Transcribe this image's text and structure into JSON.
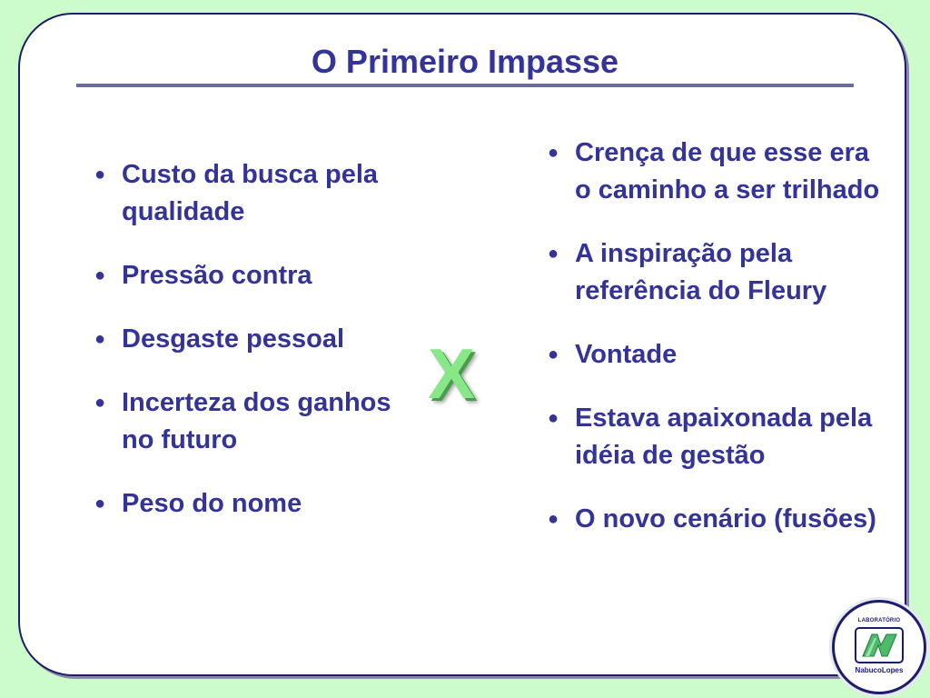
{
  "slide": {
    "title": "O Primeiro Impasse",
    "versus_symbol": "X",
    "left_items": [
      "Custo da busca pela qualidade",
      "Pressão contra",
      "Desgaste pessoal",
      "Incerteza dos ganhos no futuro",
      "Peso do nome"
    ],
    "right_items": [
      "Crença de que esse era o caminho a ser trilhado",
      "A inspiração pela referência do Fleury",
      "Vontade",
      "Estava apaixonada pela idéia de gestão",
      "O novo cenário (fusões)"
    ],
    "bullet_glyph": "●"
  },
  "logo": {
    "top_text": "LABORATÓRIO",
    "bottom_text": "NabucoLopes"
  },
  "colors": {
    "background": "#ccfccc",
    "text": "#333399",
    "versus": "#88e888",
    "frame": "#1c1c6e"
  }
}
